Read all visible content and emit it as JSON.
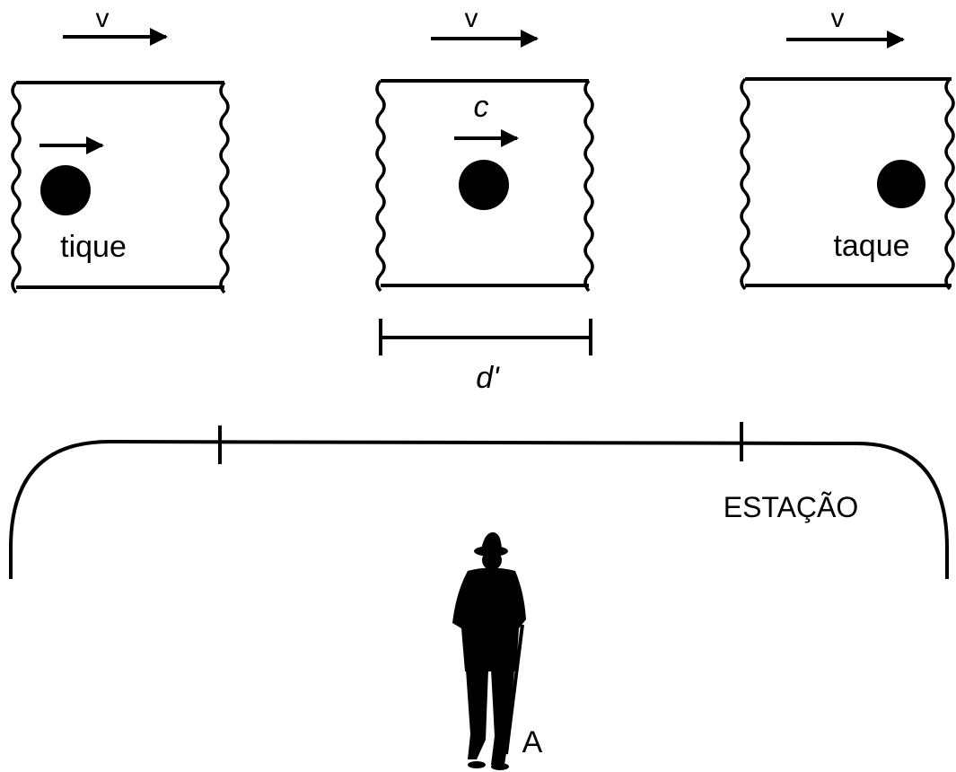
{
  "diagram": {
    "velocity_label": "v",
    "light_speed_label": "c",
    "tick_label": "tique",
    "tack_label": "taque",
    "distance_label": "d'",
    "station_label": "ESTAÇÃO",
    "observer_label": "A"
  },
  "colors": {
    "ink": "#000000",
    "background": "#ffffff"
  }
}
